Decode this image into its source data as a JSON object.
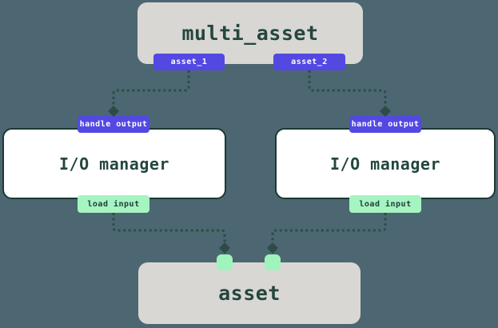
{
  "diagram": {
    "multi_asset_node": {
      "label": "multi_asset",
      "outputs": [
        {
          "label": "asset_1"
        },
        {
          "label": "asset_2"
        }
      ]
    },
    "io_managers": [
      {
        "label": "I/O manager",
        "input_badge": "handle output",
        "output_badge": "load input"
      },
      {
        "label": "I/O manager",
        "input_badge": "handle output",
        "output_badge": "load input"
      }
    ],
    "asset_node": {
      "label": "asset",
      "input_handles": 2
    },
    "edges": [
      {
        "from": "asset_1",
        "to": "handle output (left I/O manager)"
      },
      {
        "from": "asset_2",
        "to": "handle output (right I/O manager)"
      },
      {
        "from": "load input (left I/O manager)",
        "to": "asset input handle 1"
      },
      {
        "from": "load input (right I/O manager)",
        "to": "asset input handle 2"
      }
    ],
    "colors": {
      "background": "#4C6771",
      "node_gray": "#D8D7D4",
      "node_white": "#FFFFFF",
      "dark_green_text": "#24463F",
      "border_green": "#1C3933",
      "edge_green": "#2C4C45",
      "badge_purple": "#5348E2",
      "badge_green": "#A5F4C2",
      "handle_green": "#9FF3BC"
    }
  }
}
